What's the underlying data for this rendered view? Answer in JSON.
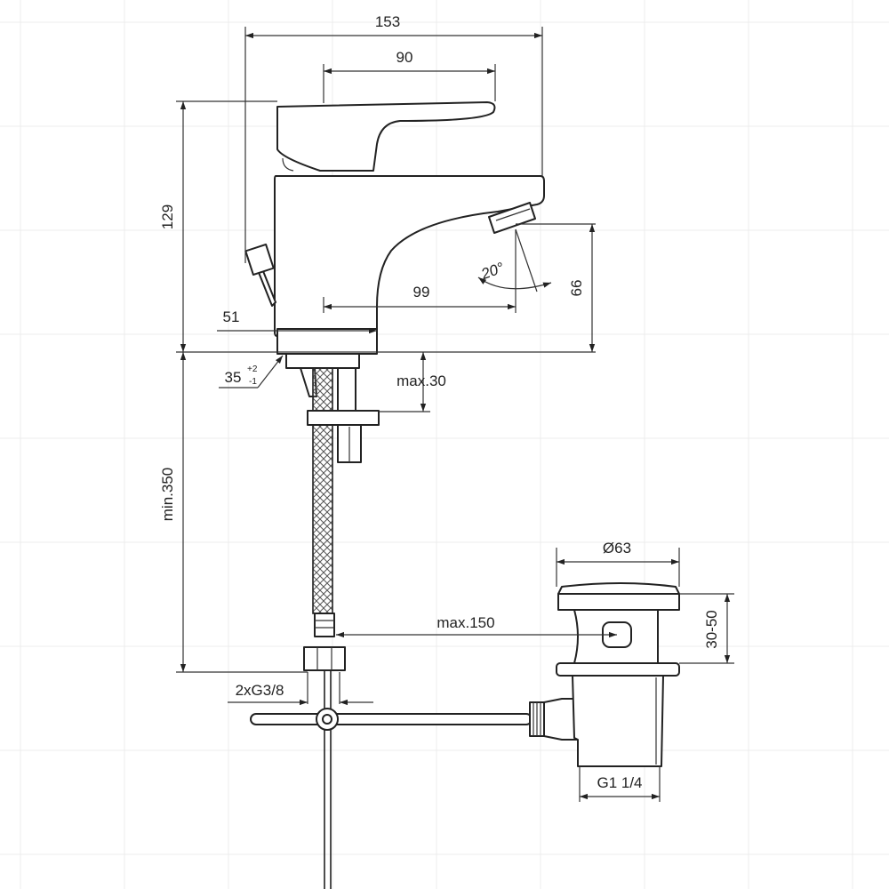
{
  "dimensions": {
    "overall_width": "153",
    "handle_length": "90",
    "height": "129",
    "spout_height": "66",
    "spout_reach": "99",
    "base_offset": "51",
    "spray_angle": "20°",
    "lever_angle": "35",
    "lever_tol_plus": "+2",
    "lever_tol_minus": "-1",
    "deck_thickness": "max.30",
    "hose_length": "min.350",
    "hose_to_waste": "max.150",
    "waste_diameter": "Ø63",
    "waste_range": "30-50",
    "connection_thread": "2xG3/8",
    "waste_thread": "G1 1/4"
  }
}
